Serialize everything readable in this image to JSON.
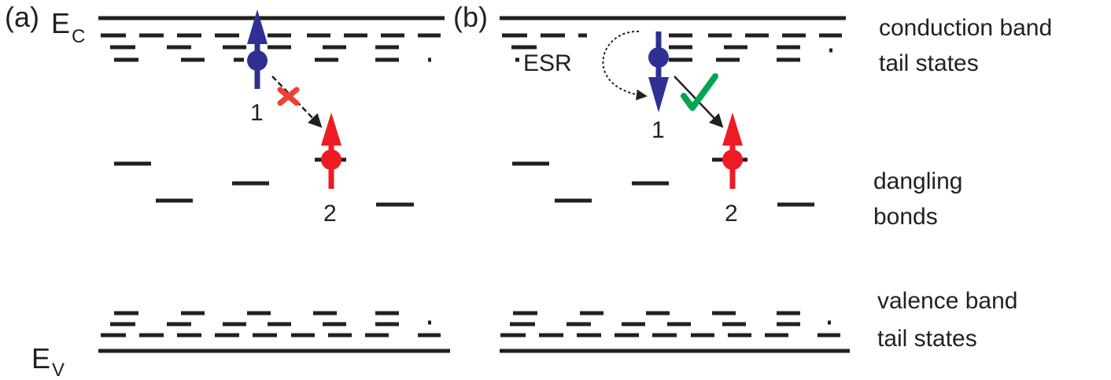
{
  "panel_a": {
    "label": "(a)",
    "ec_letter": "E",
    "ec_sub": "C",
    "ev_letter": "E",
    "ev_sub": "V",
    "state_1": "1",
    "state_2": "2",
    "transition": "forbidden"
  },
  "panel_b": {
    "label": "(b)",
    "esr_label": "ESR",
    "state_1": "1",
    "state_2": "2",
    "transition": "allowed"
  },
  "side_labels": {
    "cb_line1": "conduction band",
    "cb_line2": "tail states",
    "db_line1": "dangling",
    "db_line2": "bonds",
    "vb_line1": "valence band",
    "vb_line2": "tail states"
  },
  "colors": {
    "line": "#231f20",
    "spin_up_blue": "#2e3192",
    "spin_red": "#ed1c24",
    "cross_red": "#ee4036",
    "check_green": "#00a651"
  }
}
